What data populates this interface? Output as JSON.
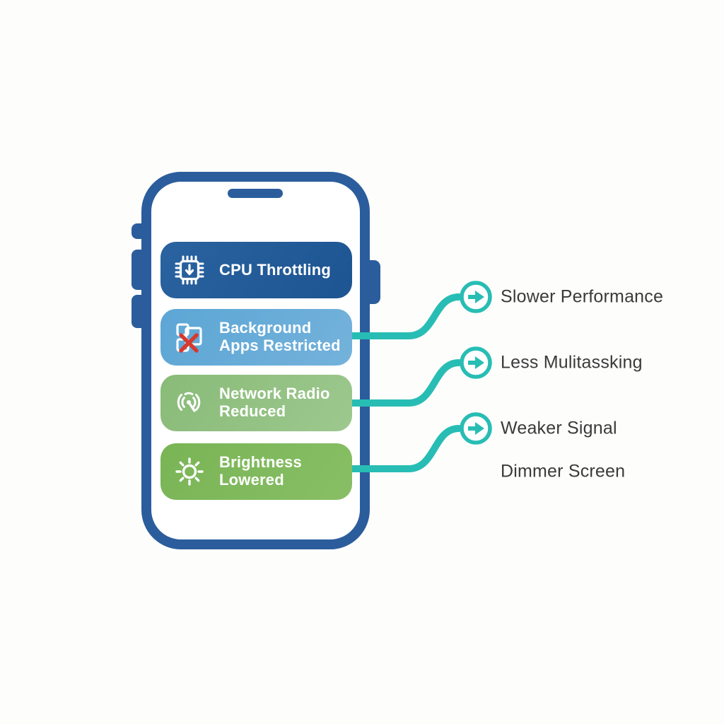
{
  "infographic": {
    "type": "phone-power-saving-effects-diagram",
    "phone": {
      "frame_color": "#2b5d9c",
      "card_text_color": "#ffffff",
      "feature_cards": [
        {
          "label": "CPU Throttling",
          "icon": "cpu-chip-icon",
          "bg_color": "#1f5795"
        },
        {
          "label": "Background Apps Restricted",
          "icon": "blocked-apps-icon",
          "bg_color": "#66aad7"
        },
        {
          "label": "Network Radio Reduced",
          "icon": "radio-signal-icon",
          "bg_color": "#92c282"
        },
        {
          "label": "Brightness Lowered",
          "icon": "brightness-sun-icon",
          "bg_color": "#7db75a"
        }
      ]
    },
    "effects": [
      {
        "label": "Slower Performance",
        "marker": "arrow-circle"
      },
      {
        "label": "Less Mulitassking",
        "marker": "arrow-circle"
      },
      {
        "label": "Weaker Signal",
        "marker": "arrow-circle"
      },
      {
        "label": "Dimmer Screen",
        "marker": "none"
      }
    ],
    "connections": [
      {
        "from": "Background Apps Restricted",
        "to": "Slower Performance"
      },
      {
        "from": "Network Radio Reduced",
        "to": "Less Mulitassking"
      },
      {
        "from": "Brightness Lowered",
        "to": "Weaker Signal"
      }
    ],
    "colors": {
      "connector": "#28bdb4",
      "effect_text": "#3a3a3a",
      "blocked_x": "#d63a2f",
      "background": "#fdfdfc"
    }
  }
}
